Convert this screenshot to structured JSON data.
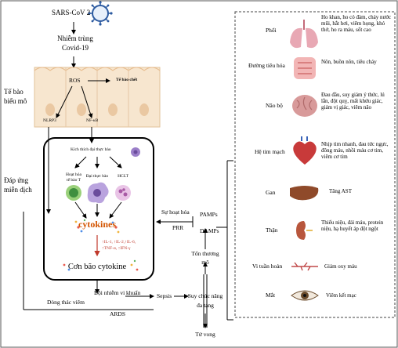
{
  "virus": {
    "label": "SARS-CoV 2"
  },
  "infection": {
    "line1": "Nhiễm trùng",
    "line2": "Covid-19"
  },
  "epithelium": {
    "label_line1": "Tế bào",
    "label_line2": "biểu mô",
    "ros": "ROS",
    "dead_cell": "Tế bào chết",
    "nlrp3": "NLRP3",
    "nfkb": "NF-κB"
  },
  "immune": {
    "label_line1": "Đáp ứng",
    "label_line2": "miễn dịch",
    "macrophage_activation": "Kích thích đại thực bào",
    "t_cell_line1": "Hoạt hóa",
    "t_cell_line2": "tế bào T",
    "macrophage": "Đại thực bào",
    "hclt": "HCLT",
    "cytokines": "cytokines",
    "cytokine_list_line1": "↑IL-1, ↑IL-2,↑IL-6,",
    "cytokine_list_line2": "↑TNF-α, ↑IFN-γ",
    "storm": "Cơn bão cytokine"
  },
  "flow": {
    "prr_line1": "Sự hoạt hóa",
    "prr_line2": "PRR",
    "pamps": "PAMPs",
    "damps": "DAMPs",
    "damage_line1": "Tổn thương",
    "damage_line2": "mô",
    "inflammation": "Dòng thác viêm",
    "bacterial": "Bội nhiễm vi khuẩn",
    "ards": "ARDS",
    "sepsis": "Sepsis",
    "mof_line1": "Suy chức năng",
    "mof_line2": "đa tạng",
    "death": "Tử vong"
  },
  "organs": [
    {
      "name": "Phổi",
      "icon": "lungs-icon",
      "desc": "Ho khan, ho có đàm, chảy nước mũi, hắt hơi, viêm họng, khó thở, ho ra máu, sốt cao"
    },
    {
      "name": "Đường tiêu hóa",
      "icon": "intestine-icon",
      "desc": "Nôn, buồn nôn, tiêu chảy"
    },
    {
      "name": "Não bộ",
      "icon": "brain-icon",
      "desc": "Đau đầu, suy giảm ý thức, lú lẫn, đột quỵ, mất khứu giác, giảm vị giác, viêm não"
    },
    {
      "name": "Hệ tim mạch",
      "icon": "heart-icon",
      "desc": "Nhịp tim nhanh, đau tức ngực, đông máu, nhồi máu cơ tim, viêm cơ tim"
    },
    {
      "name": "Gan",
      "icon": "liver-icon",
      "desc": "Tăng AST"
    },
    {
      "name": "Thận",
      "icon": "kidney-icon",
      "desc": "Thiểu niệu, đái máu, protein niệu, hạ huyết áp đột ngột"
    },
    {
      "name": "Vi tuần hoàn",
      "icon": "microcirculation-icon",
      "desc": "Giảm oxy máu"
    },
    {
      "name": "Mắt",
      "icon": "eye-icon",
      "desc": "Viêm kết mạc"
    }
  ]
}
